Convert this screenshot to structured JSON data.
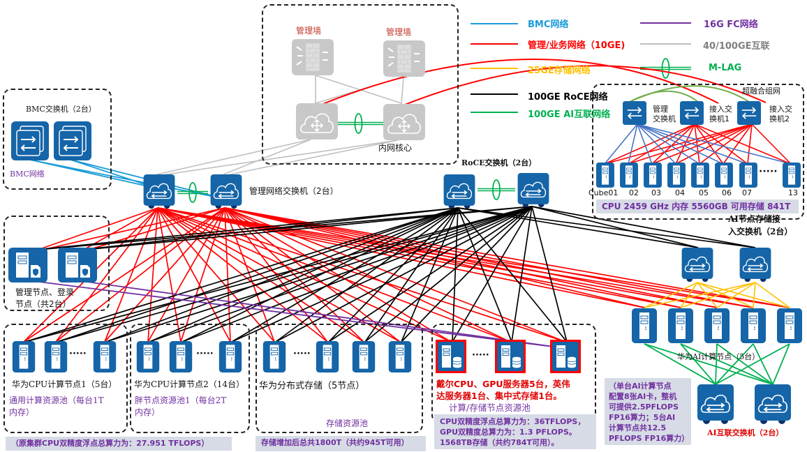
{
  "colors": {
    "bmc": "#1a9bd7",
    "mgmt": "#ff0000",
    "storage25": "#ffc000",
    "roce": "#000000",
    "ai": "#00b050",
    "fc": "#7030a0",
    "interconnect": "#bfbfbf",
    "mlag": "#00b050",
    "hci_top": "#70ad47",
    "hci_bmc": "#4472c4",
    "device_blue": "#1565a8",
    "device_gray": "#c8c8c8",
    "info_bg": "#d6dbe5"
  },
  "legend": {
    "items": [
      {
        "label": "BMC网络",
        "key": "bmc"
      },
      {
        "label": "管理/业务网络（10GE)",
        "key": "mgmt"
      },
      {
        "label": "25GE存储网络",
        "key": "storage25"
      },
      {
        "label": "100GE RoCE网络",
        "key": "roce"
      },
      {
        "label": "100GE AI互联网络",
        "key": "ai"
      },
      {
        "label": "16G FC网络",
        "key": "fc"
      },
      {
        "label": "40/100GE互联",
        "key": "interconnect"
      },
      {
        "label": "M-LAG",
        "key": "mlag"
      }
    ]
  },
  "core": {
    "firewall_label_1": "管理墙",
    "firewall_label_2": "管理墙",
    "core_label": "内网核心"
  },
  "bmc": {
    "title": "BMC交换机（2台）",
    "network_label": "BMC网络"
  },
  "mgmt_switch": {
    "label": "管理网络交换机（2台）"
  },
  "roce_switch": {
    "label": "RoCE交换机（2台）"
  },
  "hci": {
    "title": "超融合组网",
    "switch_labels": [
      "管理\n交换机",
      "接入交\n换机1",
      "接入交\n换机2"
    ],
    "node_labels": [
      "Cube01",
      "02",
      "03",
      "04",
      "05",
      "06",
      "07",
      "13"
    ],
    "ellipsis": "·····",
    "stats": "CPU 2459 GHz  内存 5560GB  可用存储 841T"
  },
  "ai_storage_switch": {
    "label_line1": "AI节点存储接",
    "label_line2": "入交换机（2台）"
  },
  "mgmt_nodes": {
    "label_line1": "管理节点、登录",
    "label_line2": "节点（共2台）"
  },
  "cpu_pool1": {
    "title": "华为CPU计算节点1（5台）",
    "subtitle_line1": "通用计算资源池（每台1T",
    "subtitle_line2": "内存）"
  },
  "cpu_pool2": {
    "title": "华为CPU计算节点2（14台）",
    "subtitle_line1": "胖节点资源池1（每台2T",
    "subtitle_line2": "内存）"
  },
  "cpu_summary": "（原集群CPU双精度浮点总算力为：27.951 TFLOPS）",
  "storage_pool": {
    "title": "华为分布式存储（5节点）",
    "pool_label": "存储资源池",
    "summary": "存储增加后总共1800T（共约945T可用）"
  },
  "dell_pool": {
    "line1": "戴尔CPU、GPU服务器5台，英伟",
    "line2": "达服务器1台、集中式存储1台。",
    "pool_label": "计算/存储节点资源池",
    "summary": [
      "CPU双精度浮点总算力为：36TFLOPS，",
      "GPU双精度总算力为：1.3 PFLOPS。",
      "1568TB存储（共约784T可用）。"
    ]
  },
  "ai_nodes": {
    "label": "华为AI计算节点（5台）",
    "summary": [
      "（单台AI计算节点",
      "配置8张AI卡，整机",
      "可提供2.5PFLOPS",
      "FP16算力；5台AI",
      "计算节点共12.5",
      "PFLOPS FP16算力）"
    ]
  },
  "ai_switch": {
    "label": "AI互联交换机（2台）"
  },
  "dots": "·····"
}
